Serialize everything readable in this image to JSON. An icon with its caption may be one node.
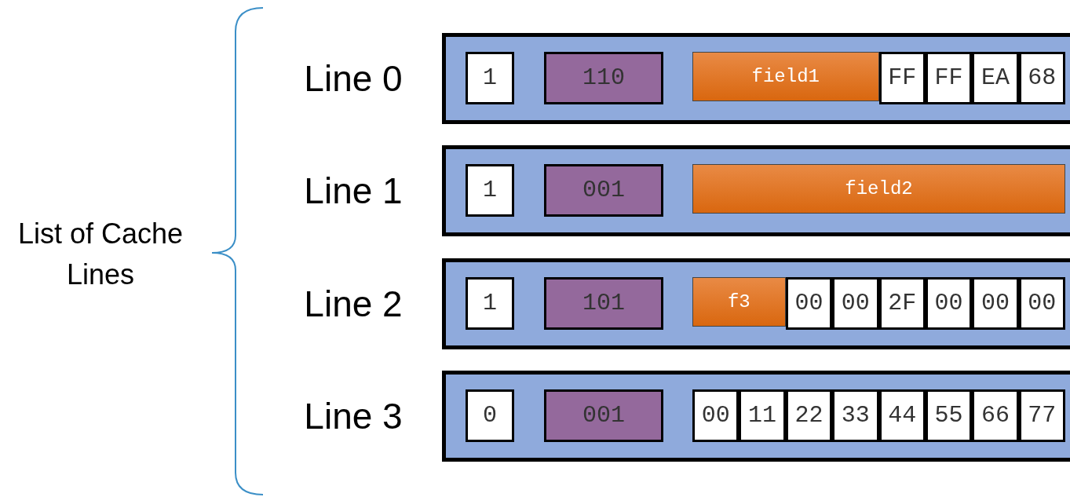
{
  "diagram": {
    "nodes": [
      {
        "text": [
          "Line 0"
        ]
      },
      {
        "text": [
          "1"
        ],
        "in": 0
      },
      {
        "text": [
          "110"
        ],
        "in": 0
      },
      {
        "text": [
          "field1"
        ],
        "in": 0
      },
      {
        "text": [
          "FF"
        ],
        "in": 0
      },
      {
        "text": [
          "FF"
        ],
        "in": 0
      },
      {
        "text": [
          "EA"
        ],
        "in": 0
      },
      {
        "text": [
          "68"
        ],
        "in": 0
      },
      {
        "text": [
          "Line 1"
        ]
      },
      {
        "text": [
          "1"
        ],
        "in": 8
      },
      {
        "text": [
          "001"
        ],
        "in": 8
      },
      {
        "text": [
          "field2"
        ],
        "in": 8
      },
      {
        "text": [
          "Line 2"
        ]
      },
      {
        "text": [
          "1"
        ],
        "in": 12
      },
      {
        "text": [
          "101"
        ],
        "in": 12
      },
      {
        "text": [
          "f3"
        ],
        "in": 12
      },
      {
        "text": [
          "00"
        ],
        "in": 12
      },
      {
        "text": [
          "00"
        ],
        "in": 12
      },
      {
        "text": [
          "2F"
        ],
        "in": 12
      },
      {
        "text": [
          "00"
        ],
        "in": 12
      },
      {
        "text": [
          "00"
        ],
        "in": 12
      },
      {
        "text": [
          "00"
        ],
        "in": 12
      },
      {
        "text": [
          "Line 3"
        ]
      },
      {
        "text": [
          "0"
        ],
        "in": 22
      },
      {
        "text": [
          "001"
        ],
        "in": 22
      },
      {
        "text": [
          "00"
        ],
        "in": 22
      },
      {
        "text": [
          "11"
        ],
        "in": 22
      },
      {
        "text": [
          "22"
        ],
        "in": 22
      },
      {
        "text": [
          "33"
        ],
        "in": 22
      },
      {
        "text": [
          "44"
        ],
        "in": 22
      },
      {
        "text": [
          "55"
        ],
        "in": 22
      },
      {
        "text": [
          "66"
        ],
        "in": 22
      },
      {
        "text": [
          "77"
        ],
        "in": 22
      }
    ],
    "labels": [
      "List of Cache Lines"
    ]
  }
}
